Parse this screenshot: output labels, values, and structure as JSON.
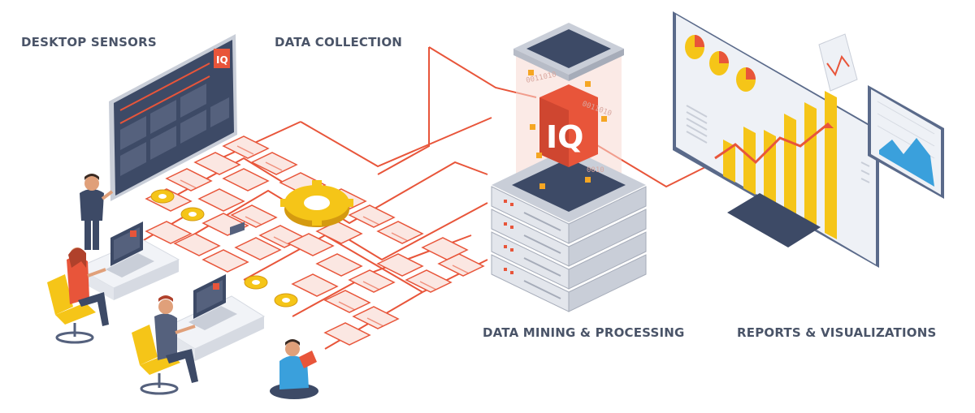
{
  "stages": {
    "desktop_sensors": "DESKTOP SENSORS",
    "data_collection": "DATA COLLECTION",
    "data_mining": "DATA MINING & PROCESSING",
    "reports": "REPORTS & VISUALIZATIONS"
  },
  "logo": {
    "text": "IQ"
  },
  "binary": [
    "0011010",
    "0011010",
    "0010"
  ],
  "colors": {
    "accent": "#e8553a",
    "label": "#4a5468",
    "navy": "#3d4a66",
    "screen": "#eef1f6",
    "gold": "#f5c518",
    "server": "#d6dae2"
  }
}
